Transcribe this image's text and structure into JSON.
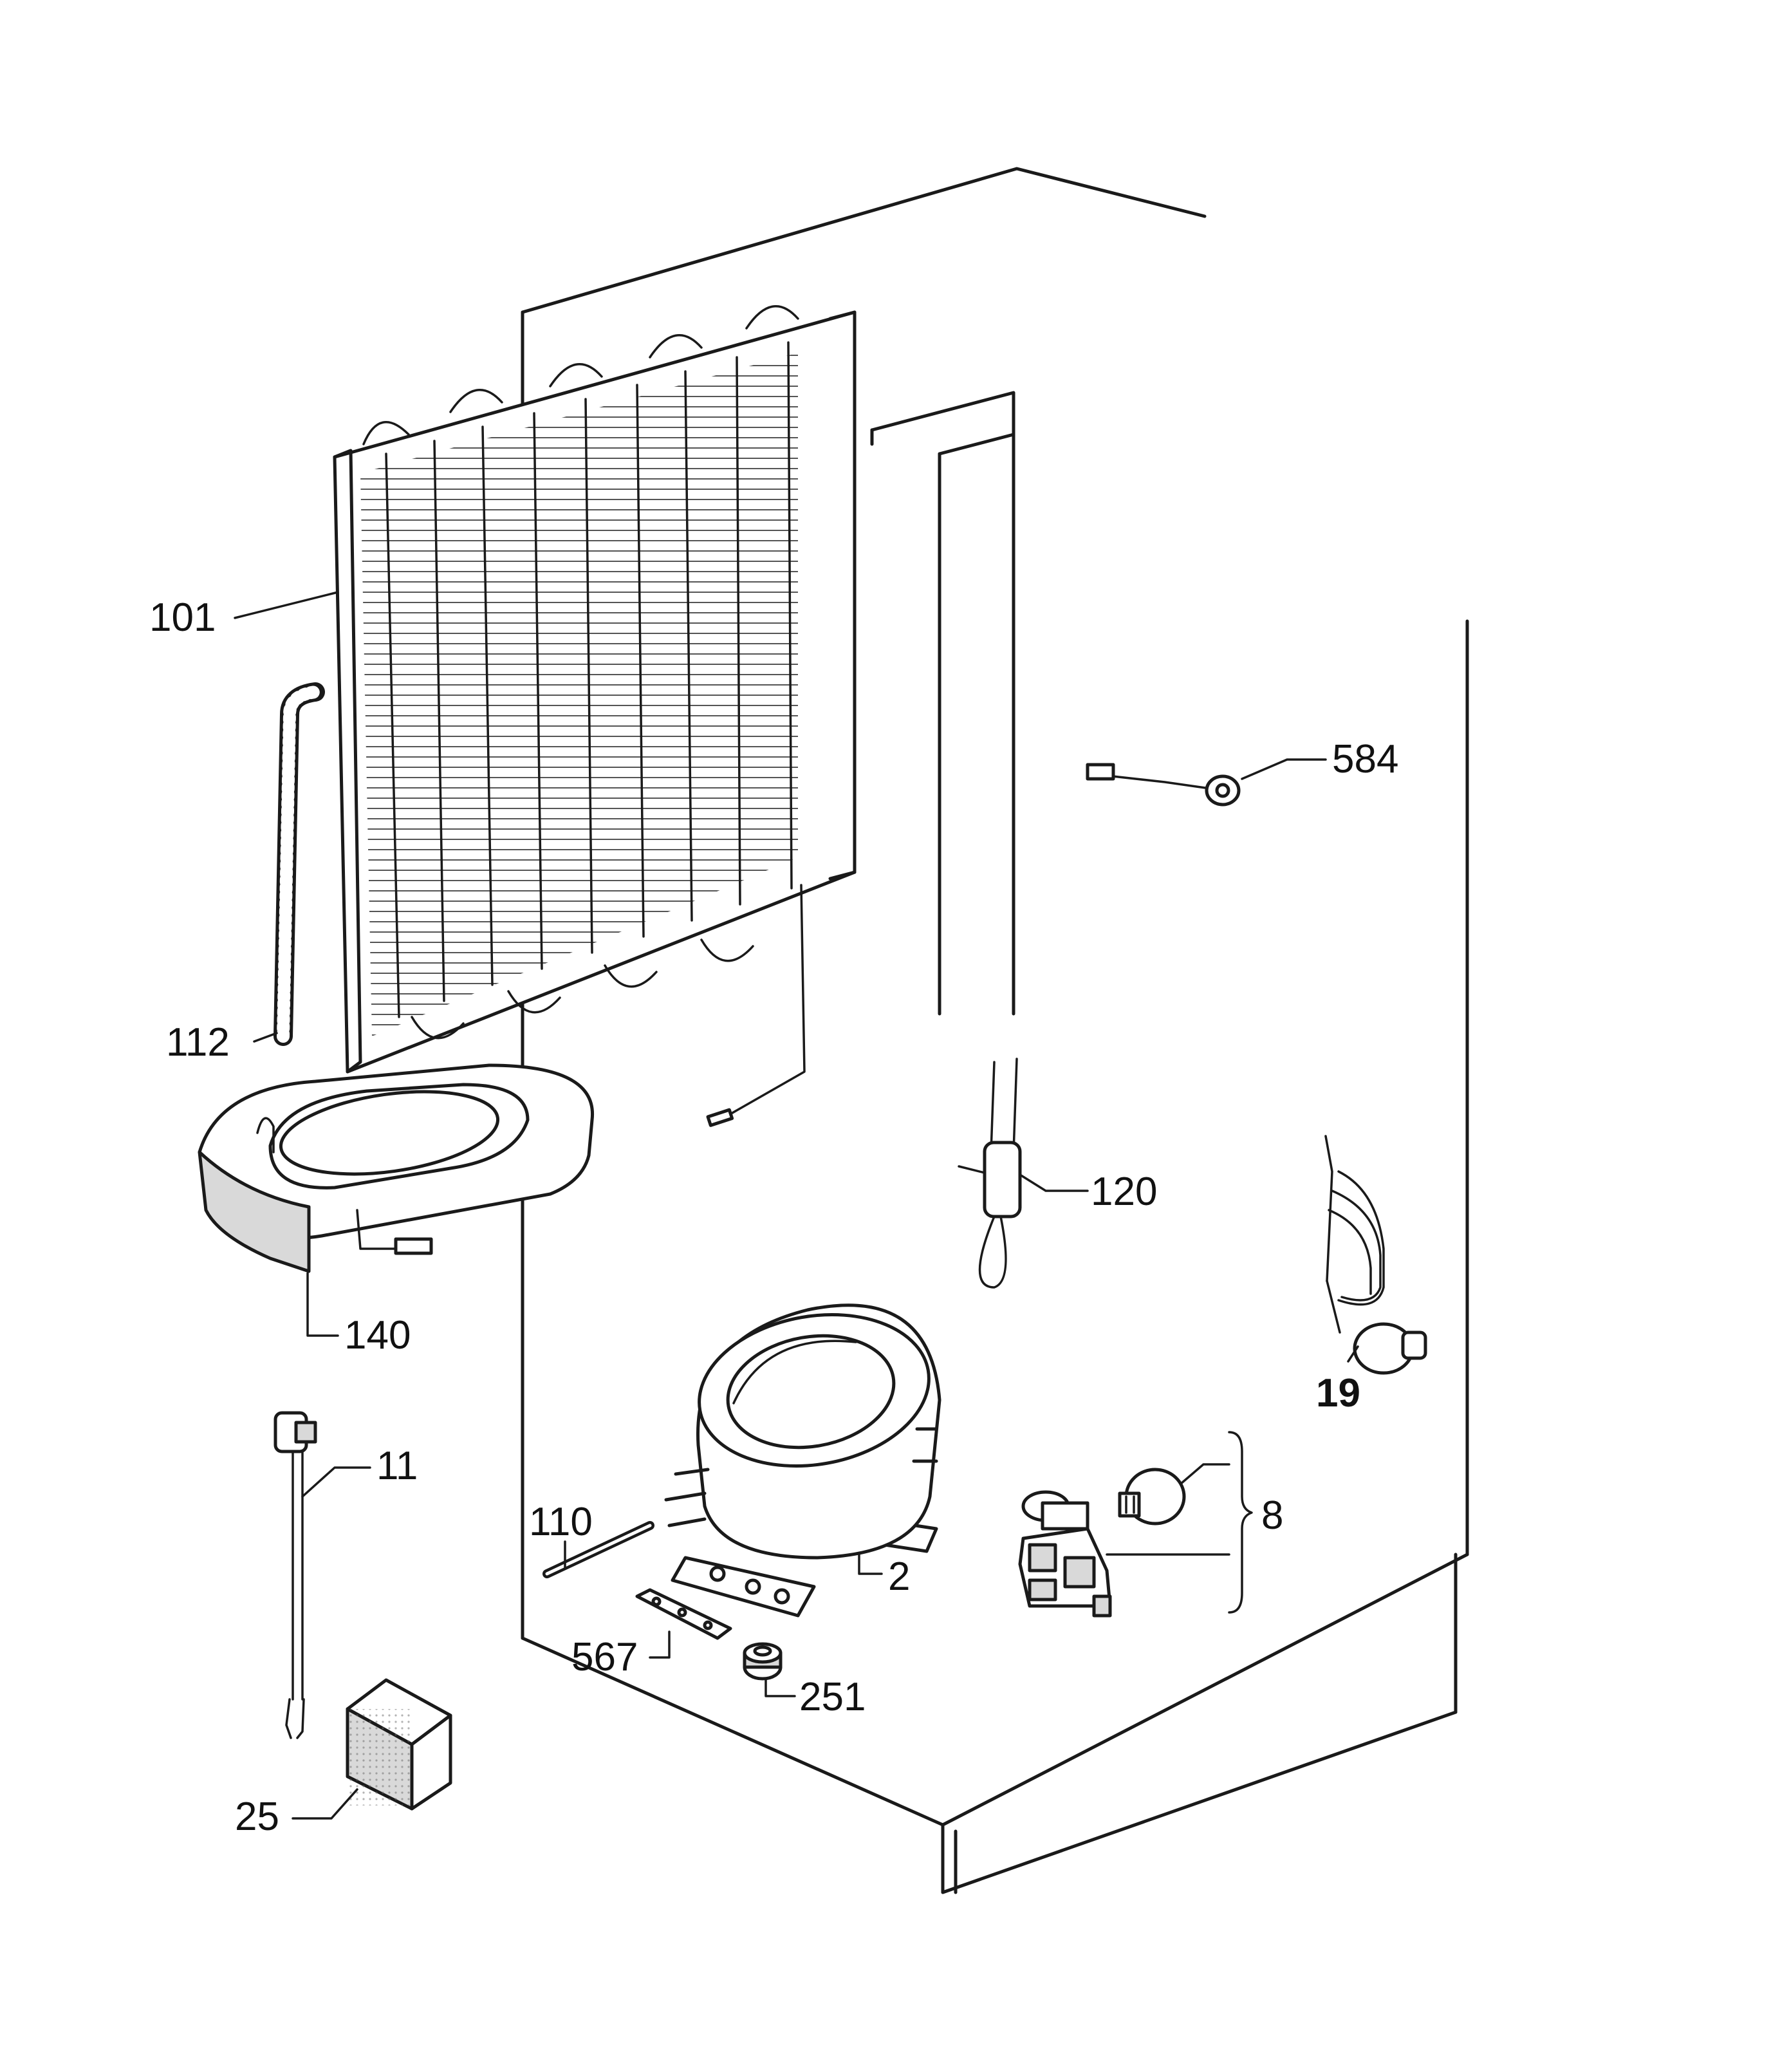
{
  "labels": {
    "p101": "101",
    "p584": "584",
    "p112": "112",
    "p120": "120",
    "p140": "140",
    "p19": "19",
    "p11": "11",
    "p8": "8",
    "p110": "110",
    "p2": "2",
    "p567": "567",
    "p251": "251",
    "p25": "25"
  }
}
